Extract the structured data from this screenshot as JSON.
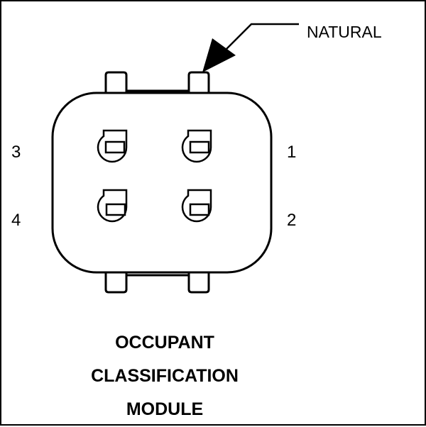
{
  "colors": {
    "background": "#ffffff",
    "ink": "#000000"
  },
  "callout": {
    "label": "NATURAL"
  },
  "pins": [
    {
      "number": "1",
      "side": "right",
      "row": "top"
    },
    {
      "number": "2",
      "side": "right",
      "row": "bottom"
    },
    {
      "number": "3",
      "side": "left",
      "row": "top"
    },
    {
      "number": "4",
      "side": "left",
      "row": "bottom"
    }
  ],
  "title": {
    "line1": "OCCUPANT",
    "line2": "CLASSIFICATION",
    "line3": "MODULE"
  }
}
